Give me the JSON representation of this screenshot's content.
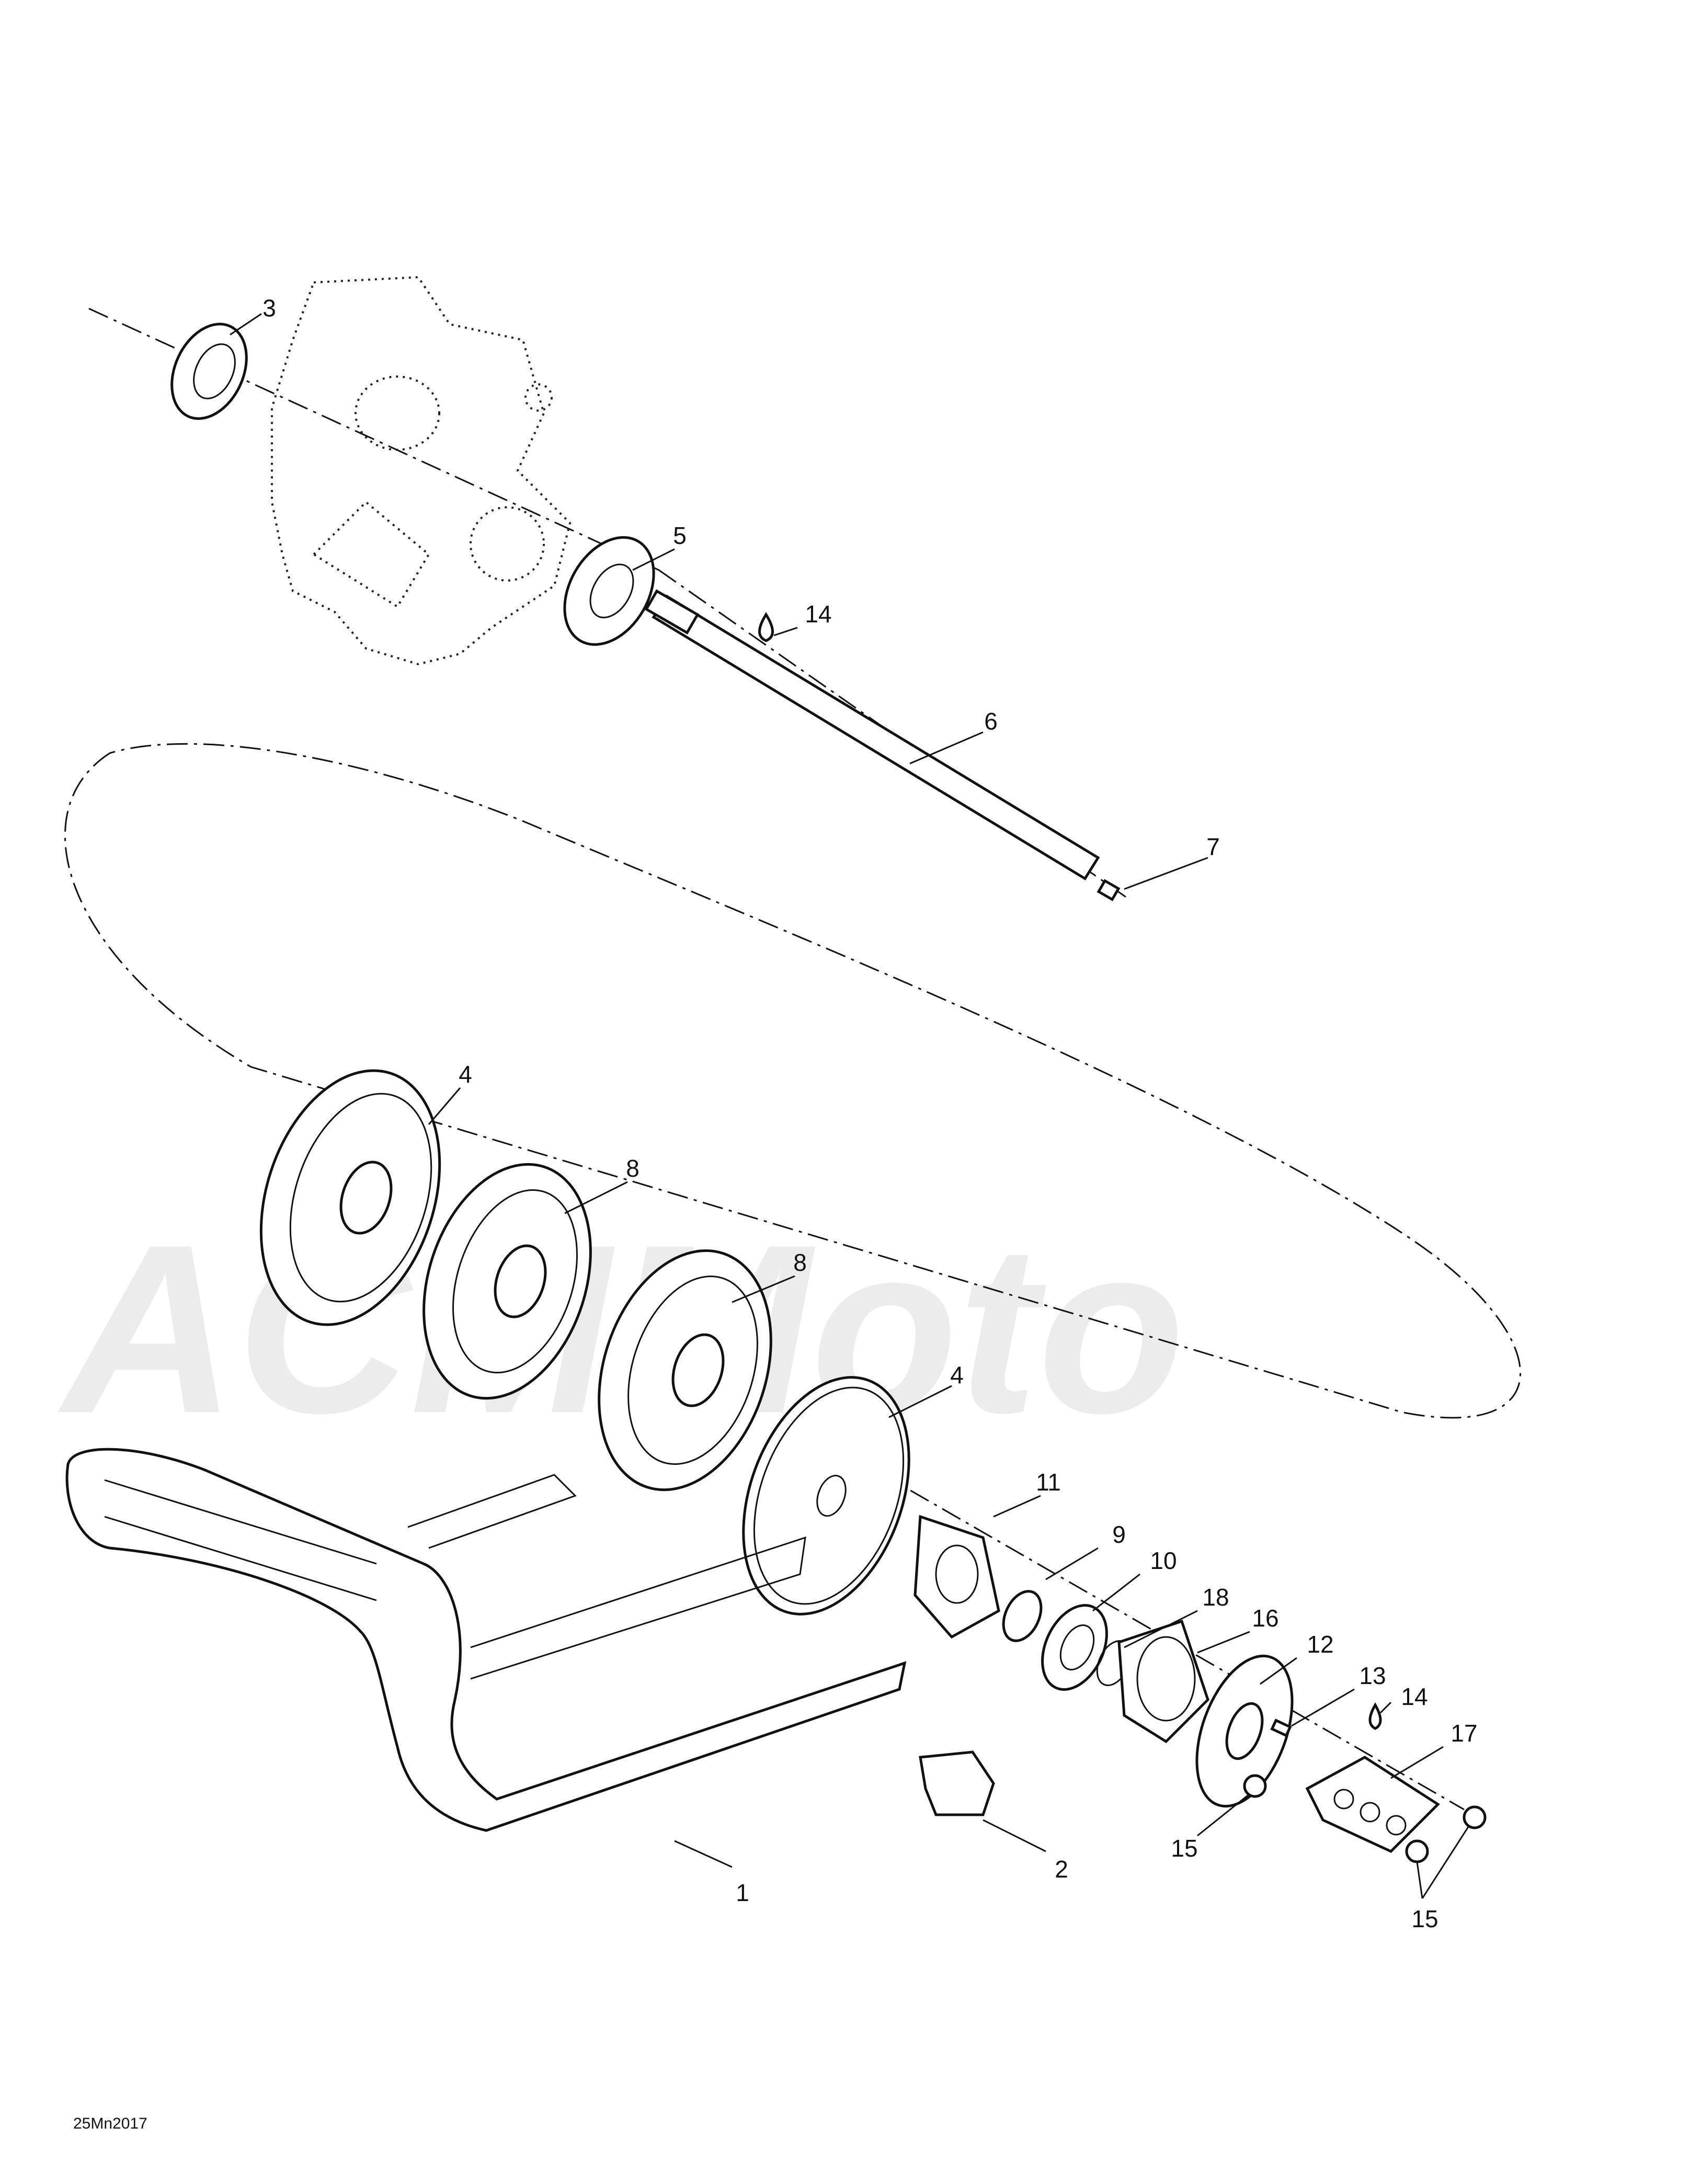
{
  "watermark": {
    "text": "ACMMoto"
  },
  "reference_code": "25Mn2017",
  "callouts": [
    {
      "id": "c1",
      "label": "1"
    },
    {
      "id": "c2",
      "label": "2"
    },
    {
      "id": "c3",
      "label": "3"
    },
    {
      "id": "c4a",
      "label": "4"
    },
    {
      "id": "c4b",
      "label": "4"
    },
    {
      "id": "c5",
      "label": "5"
    },
    {
      "id": "c6",
      "label": "6"
    },
    {
      "id": "c7",
      "label": "7"
    },
    {
      "id": "c8a",
      "label": "8"
    },
    {
      "id": "c8b",
      "label": "8"
    },
    {
      "id": "c9",
      "label": "9"
    },
    {
      "id": "c10",
      "label": "10"
    },
    {
      "id": "c11",
      "label": "11"
    },
    {
      "id": "c12",
      "label": "12"
    },
    {
      "id": "c13",
      "label": "13"
    },
    {
      "id": "c14a",
      "label": "14"
    },
    {
      "id": "c14b",
      "label": "14"
    },
    {
      "id": "c15a",
      "label": "15"
    },
    {
      "id": "c15b",
      "label": "15"
    },
    {
      "id": "c16",
      "label": "16"
    },
    {
      "id": "c17",
      "label": "17"
    },
    {
      "id": "c18",
      "label": "18"
    }
  ]
}
